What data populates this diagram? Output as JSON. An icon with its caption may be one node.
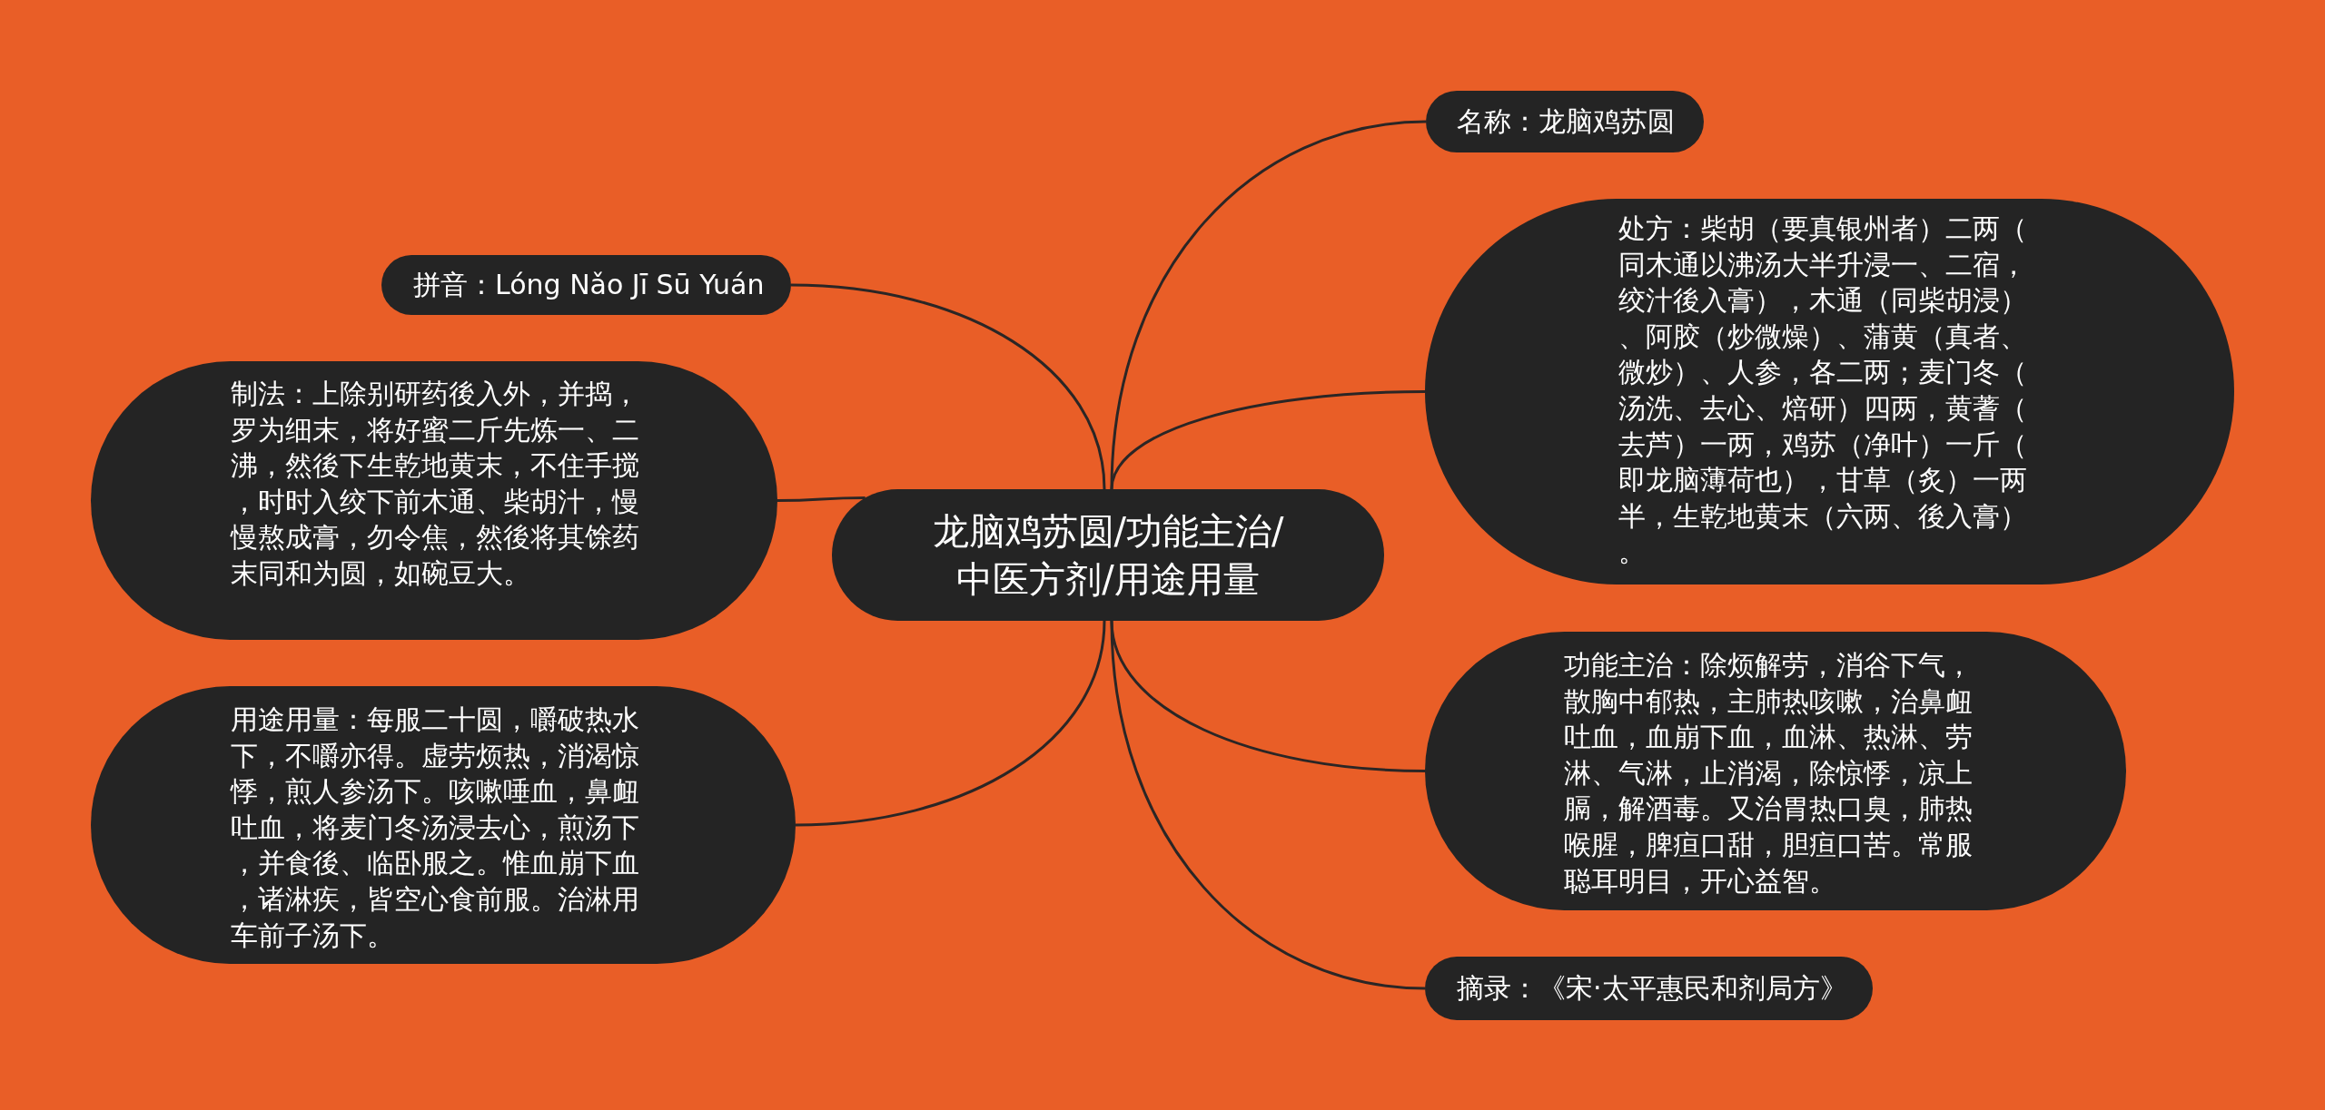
{
  "diagram": {
    "nodes": [
      {
        "text": [
          "龙脑鸡苏圆/功能主治/中医方剂/用途用量"
        ]
      },
      {
        "text": [
          "名称：龙脑鸡苏圆"
        ]
      },
      {
        "text": [
          "处方：柴胡（要真银州者）二两（同木通以沸汤大半升浸一、二宿，绞汁後入膏），木通（同柴胡浸）、阿胶（炒微燥）、蒲黄（真者、微炒）、人参，各二两；麦门冬（汤洗、去心、焙研）四两，黄蓍（去芦）一两，鸡苏（净叶）一斤（即龙脑薄荷也），甘草（炙）一两半，生乾地黄末（六两、後入膏）。"
        ]
      },
      {
        "text": [
          "功能主治：除烦解劳，消谷下气，散胸中郁热，主肺热咳嗽，治鼻衄吐血，血崩下血，血淋、热淋、劳淋、气淋，止消渴，除惊悸，凉上膈，解酒毒。又治胃热口臭，肺热喉腥，脾疸口甜，胆疸口苦。常服聪耳明目，开心益智。"
        ]
      },
      {
        "text": [
          "摘录：《宋·太平惠民和剂局方》"
        ]
      },
      {
        "text": [
          "拼音：Lóng Nǎo Jī Sū Yuán"
        ]
      },
      {
        "text": [
          "制法：上除别研药後入外，并捣，罗为细末，将好蜜二斤先炼一、二沸，然後下生乾地黄末，不住手搅，时时入绞下前木通、柴胡汁，慢慢熬成膏，勿令焦，然後将其馀药末同和为圆，如碗豆大。"
        ]
      },
      {
        "text": [
          "用途用量：每服二十圆，嚼破热水下，不嚼亦得。虚劳烦热，消渴惊悸，煎人参汤下。咳嗽唾血，鼻衄吐血，将麦门冬汤浸去心，煎汤下，并食後、临卧服之。惟血崩下血，诸淋疾，皆空心食前服。治淋用车前子汤下。"
        ]
      }
    ],
    "edges": [
      {
        "from": 0,
        "to": 1,
        "arrow": "none"
      },
      {
        "from": 0,
        "to": 2,
        "arrow": "none"
      },
      {
        "from": 0,
        "to": 3,
        "arrow": "none"
      },
      {
        "from": 0,
        "to": 4,
        "arrow": "none"
      },
      {
        "from": 0,
        "to": 5,
        "arrow": "none"
      },
      {
        "from": 0,
        "to": 6,
        "arrow": "none"
      },
      {
        "from": 0,
        "to": 7,
        "arrow": "none"
      }
    ]
  }
}
